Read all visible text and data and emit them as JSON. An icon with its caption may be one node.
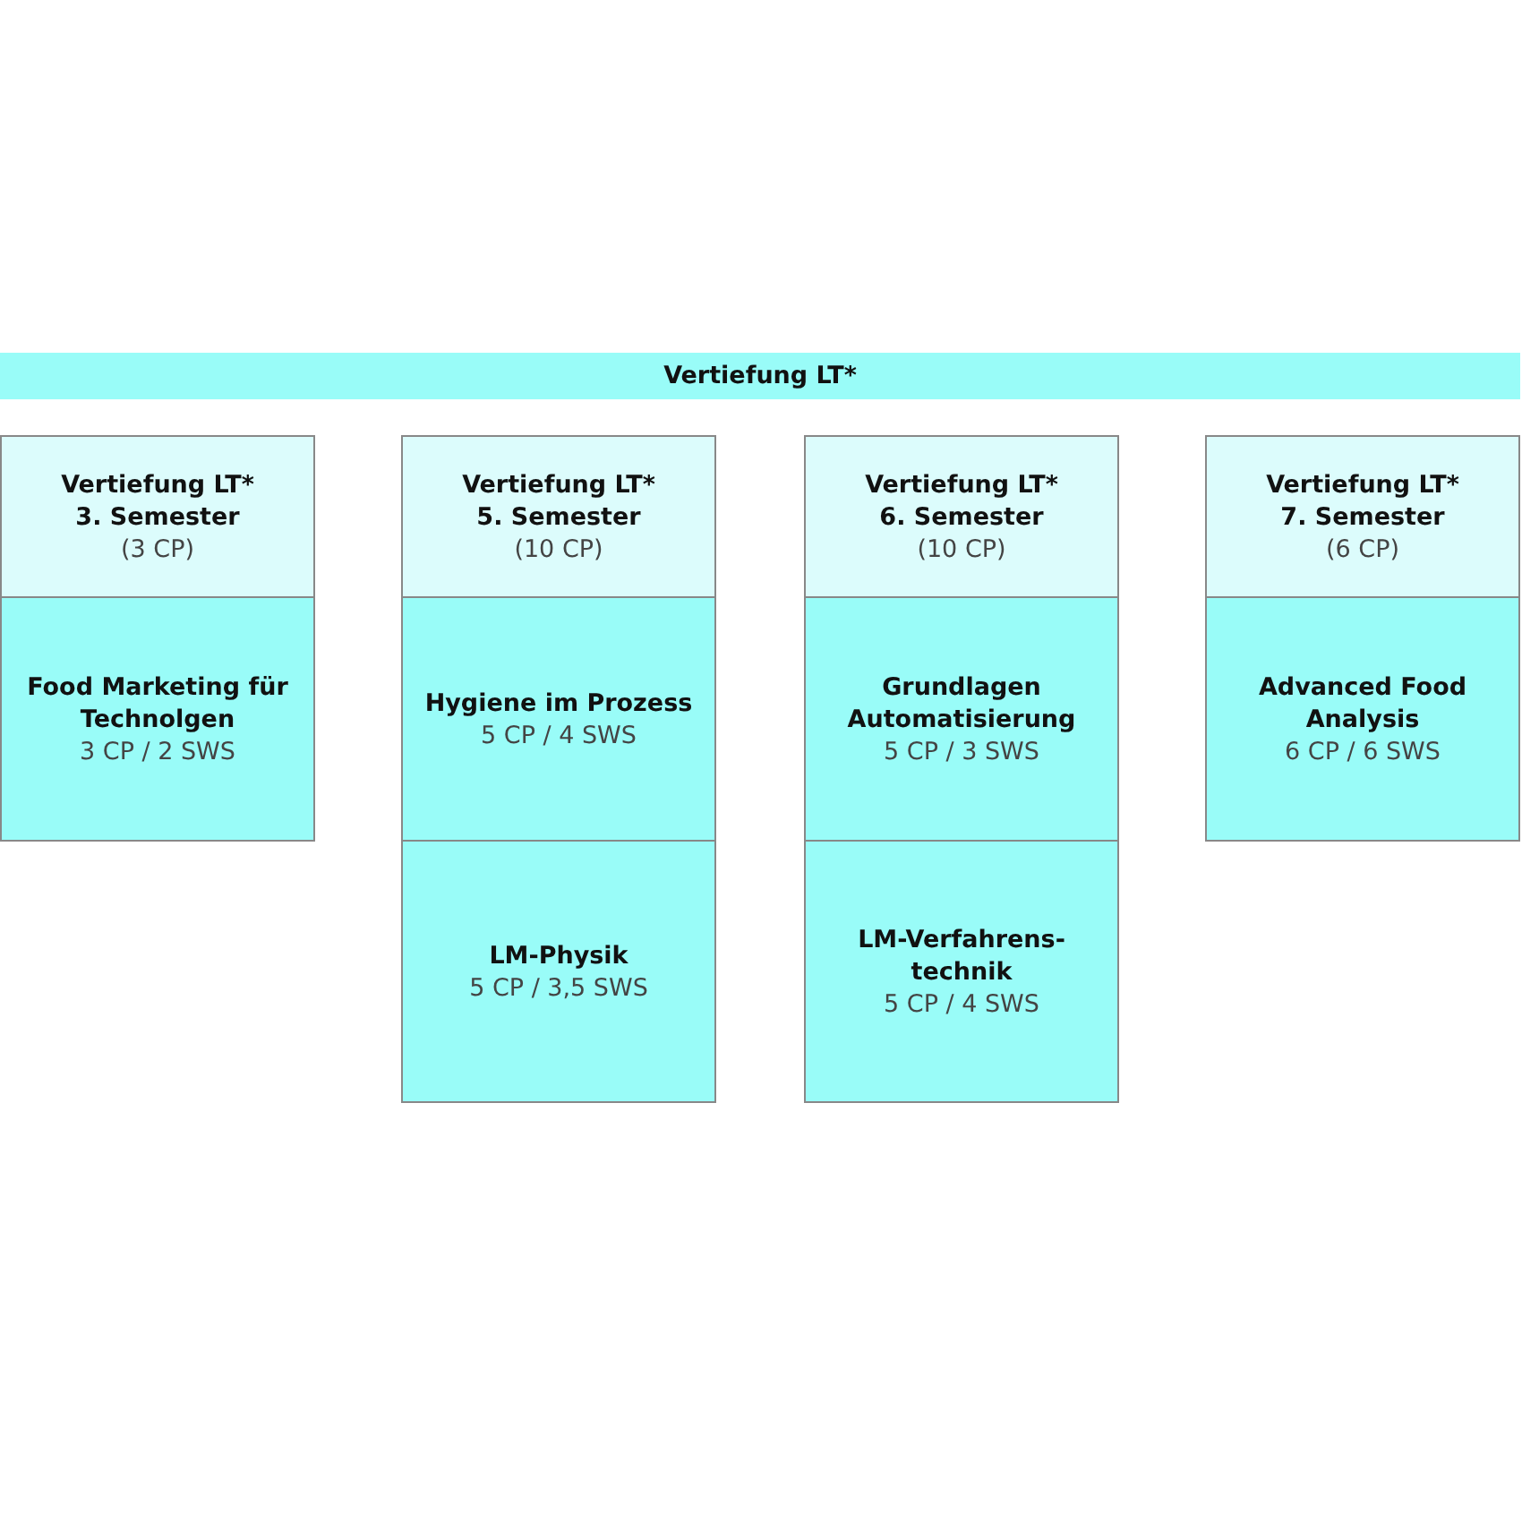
{
  "diagram": {
    "nodes": [
      {
        "text": [
          "Vertiefung LT*"
        ]
      },
      {
        "text": [
          "Vertiefung LT*",
          "3. Semester",
          "(3 CP)"
        ]
      },
      {
        "text": [
          "Food Marketing für Technolgen",
          "3 CP / 2 SWS"
        ]
      },
      {
        "text": [
          "Vertiefung LT*",
          "5. Semester",
          "(10 CP)"
        ]
      },
      {
        "text": [
          "Hygiene im Prozess",
          "5 CP / 4 SWS"
        ]
      },
      {
        "text": [
          "LM-Physik",
          "5 CP / 3,5 SWS"
        ]
      },
      {
        "text": [
          "Vertiefung LT*",
          "6. Semester",
          "(10 CP)"
        ]
      },
      {
        "text": [
          "Grundlagen Automatisierung",
          "5 CP / 3 SWS"
        ]
      },
      {
        "text": [
          "LM-Verfahrens-technik",
          "5 CP / 4 SWS"
        ]
      },
      {
        "text": [
          "Vertiefung LT*",
          "7. Semester",
          "(6 CP)"
        ]
      },
      {
        "text": [
          "Advanced Food Analysis",
          "6 CP / 6 SWS"
        ]
      }
    ]
  }
}
